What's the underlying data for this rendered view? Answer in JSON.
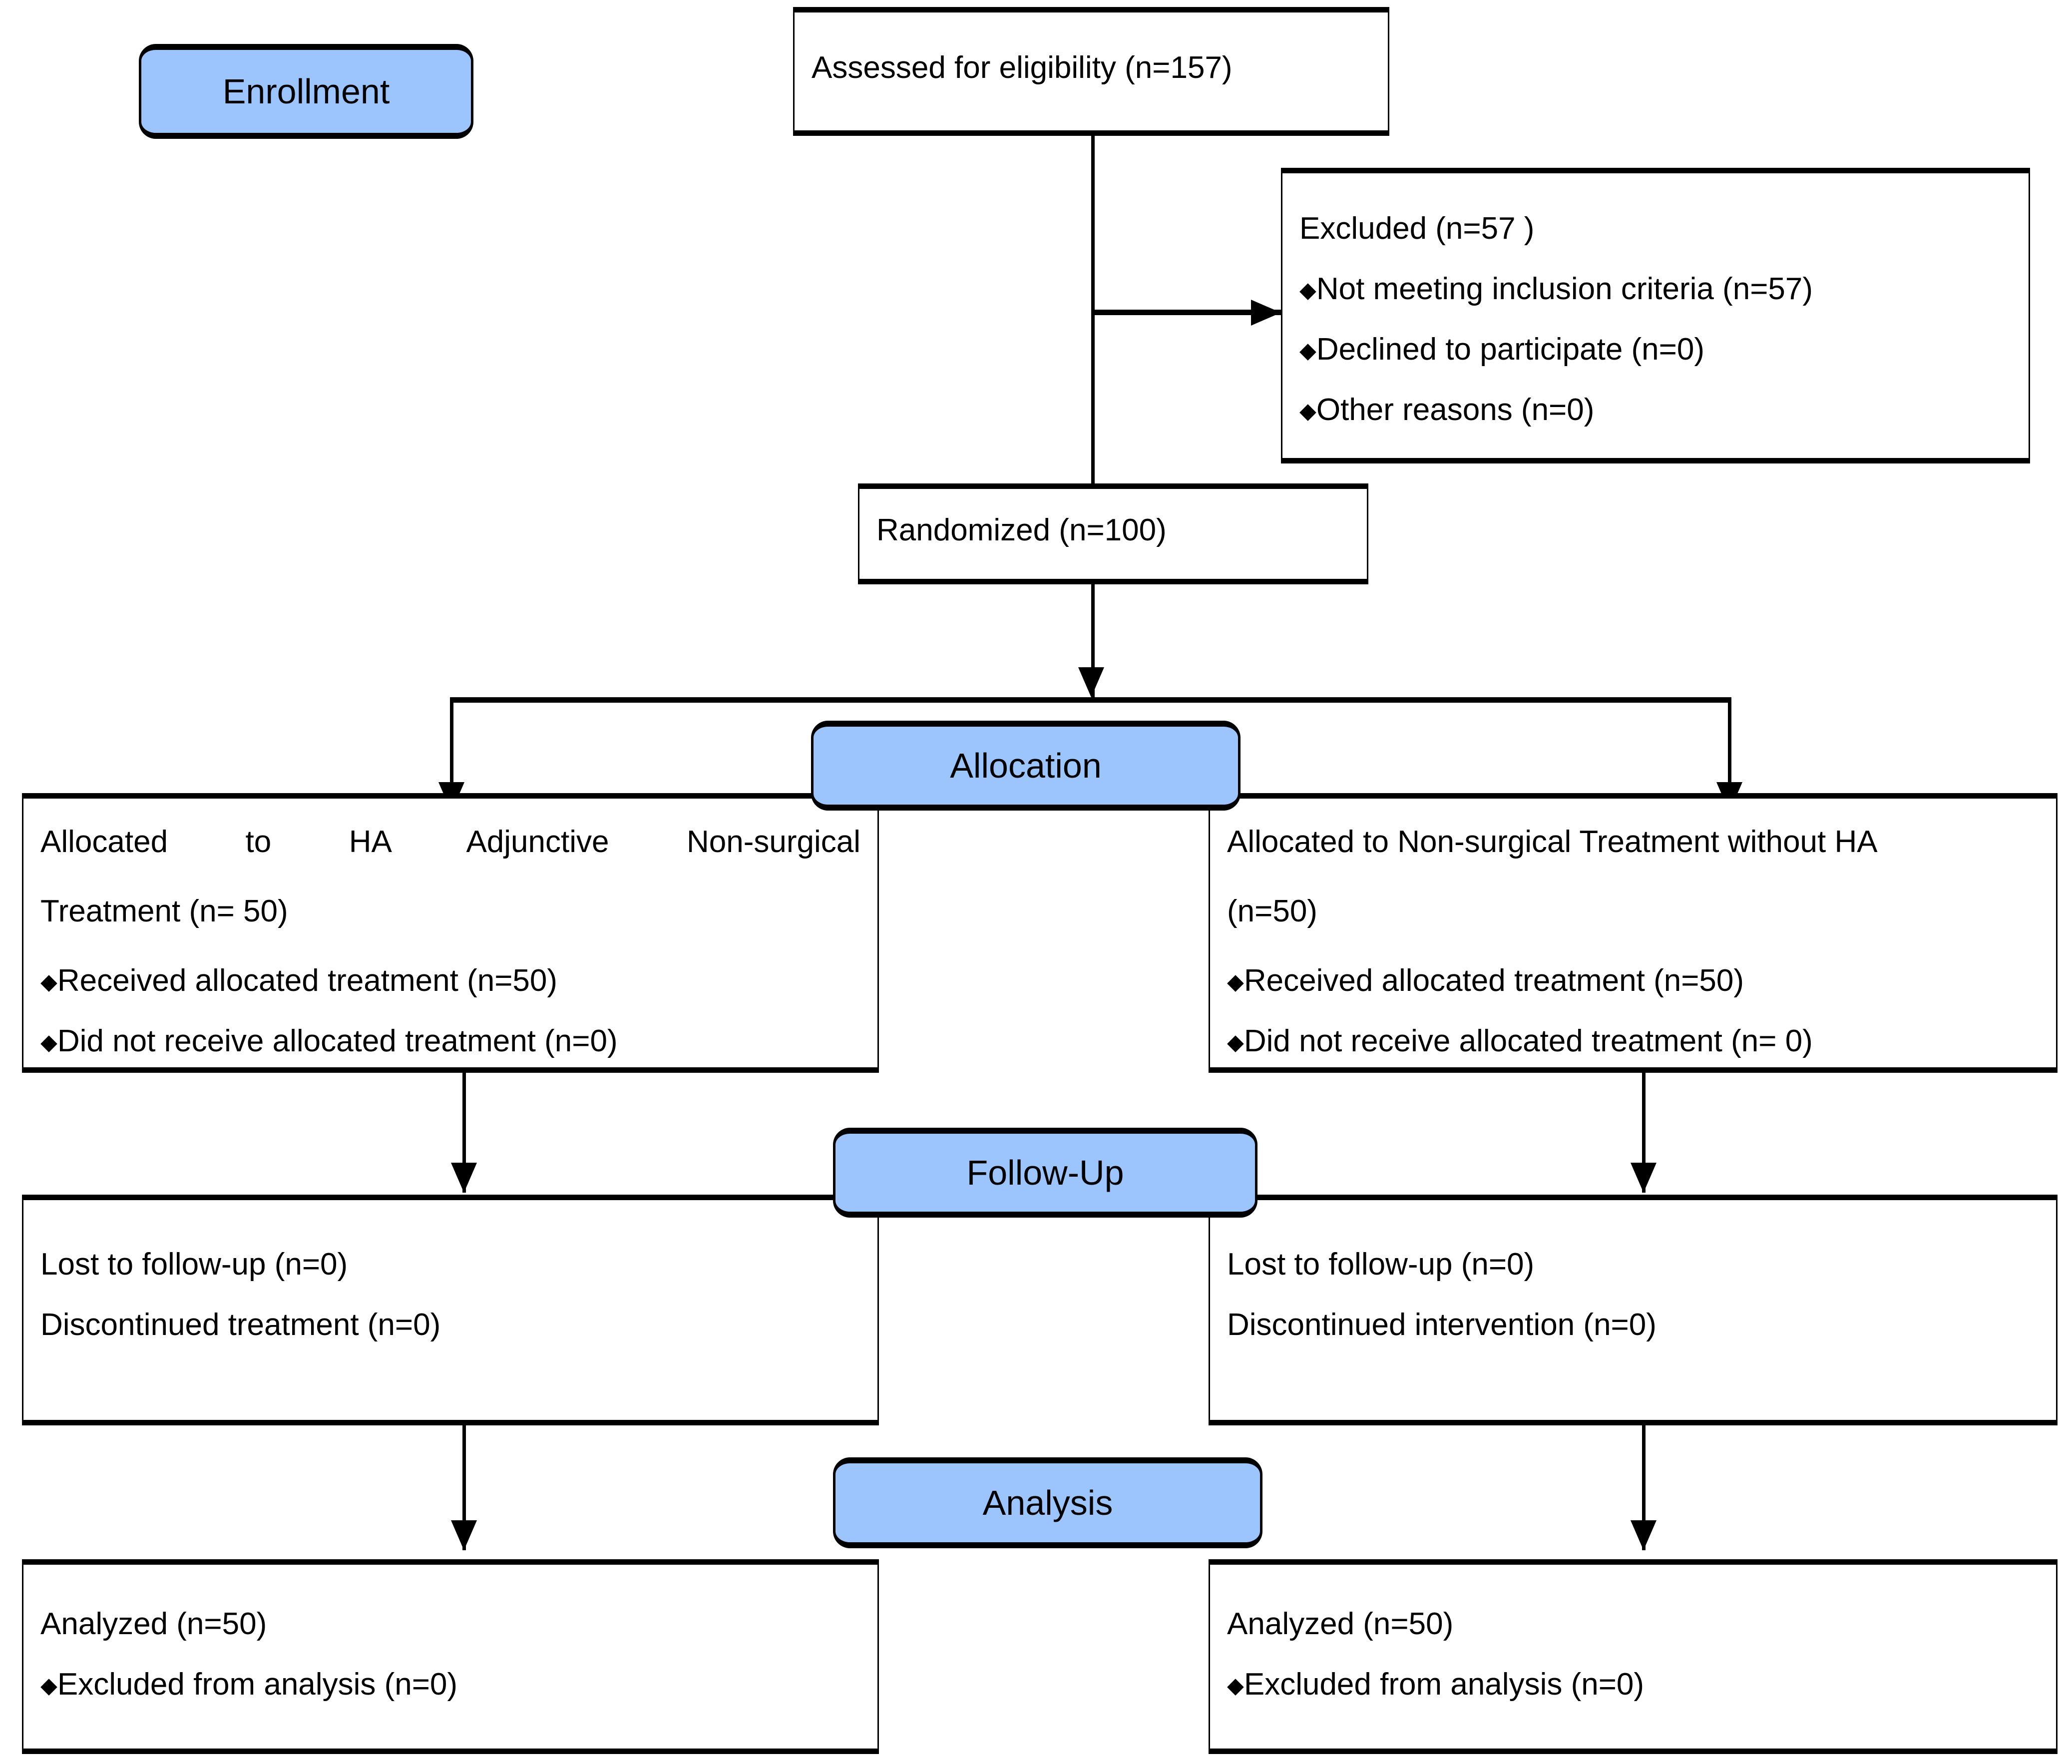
{
  "diagram": {
    "type": "CONSORT participant flow diagram",
    "accent_color": "#9CC5FD",
    "line_color": "#000000",
    "background_color": "#FFFFFF"
  },
  "stages": {
    "enrollment": "Enrollment",
    "allocation": "Allocation",
    "followup": "Follow-Up",
    "analysis": "Analysis"
  },
  "enrollment": {
    "assessed": "Assessed for eligibility (n=157)",
    "excluded_title": "Excluded   (n=57 )",
    "excluded_reasons": [
      "Not meeting inclusion criteria (n=57)",
      "Declined to participate (n=0)",
      "Other reasons (n=0)"
    ],
    "randomized": "Randomized (n=100)"
  },
  "allocation": {
    "left": {
      "title_line1": "Allocated to HA Adjunctive Non-surgical",
      "title_line2": "Treatment (n= 50)",
      "items": [
        "Received allocated treatment (n=50)",
        "Did not receive allocated treatment (n=0)"
      ]
    },
    "right": {
      "title_line1": "Allocated to Non-surgical Treatment without HA",
      "title_line2": "(n=50)",
      "items": [
        "Received allocated treatment (n=50)",
        "Did not receive allocated treatment (n= 0)"
      ]
    }
  },
  "followup": {
    "left": {
      "lines": [
        "Lost to follow-up (n=0)",
        "Discontinued treatment (n=0)"
      ]
    },
    "right": {
      "lines": [
        "Lost to follow-up (n=0)",
        "Discontinued intervention (n=0)"
      ]
    }
  },
  "analysis": {
    "left": {
      "title": "Analyzed   (n=50)",
      "items": [
        "Excluded from analysis (n=0)"
      ]
    },
    "right": {
      "title": "Analyzed   (n=50)",
      "items": [
        "Excluded from analysis (n=0)"
      ]
    }
  },
  "icons": {
    "bullet": "♦"
  }
}
